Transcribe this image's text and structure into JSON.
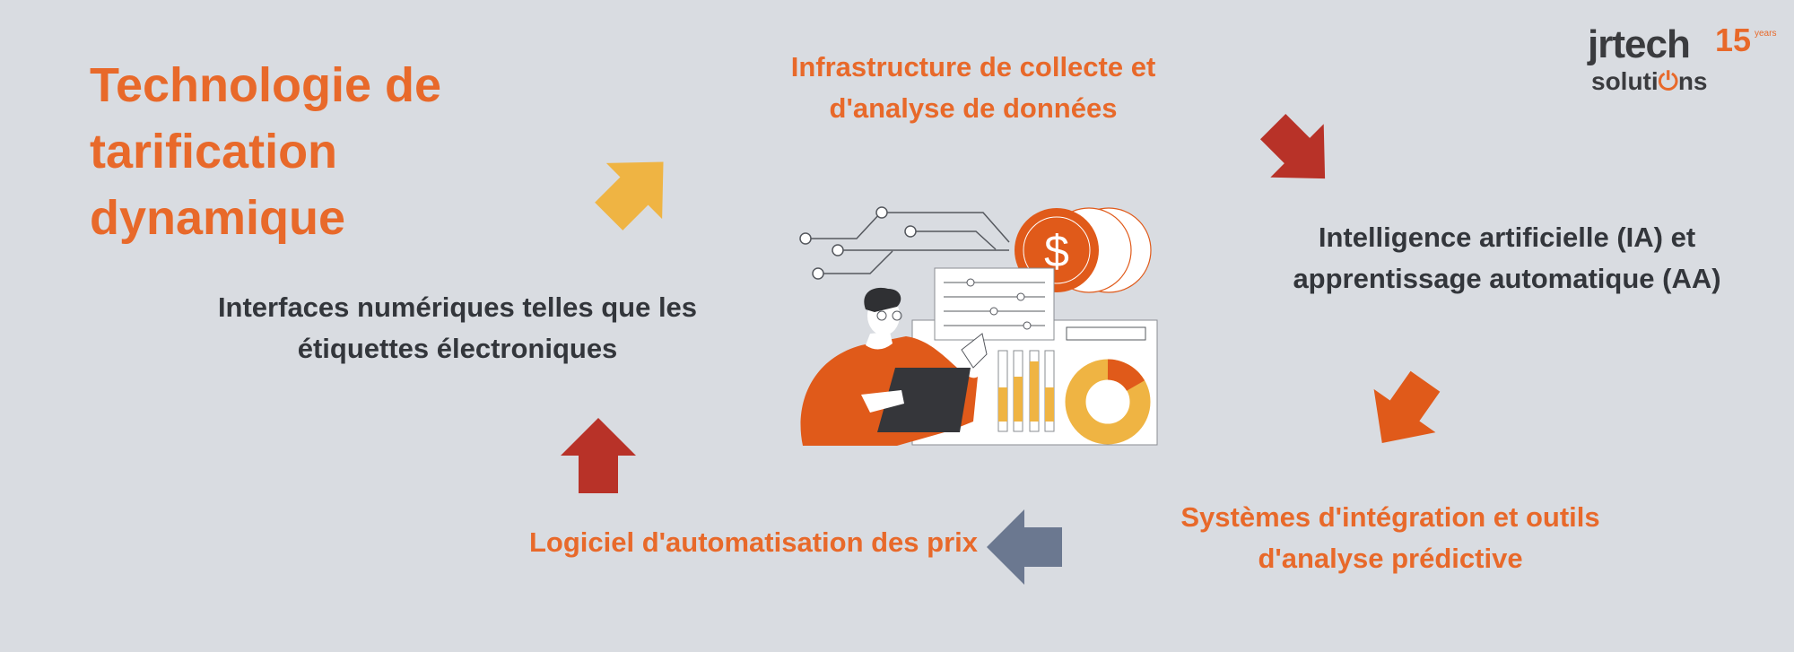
{
  "title": "Technologie de tarification dynamique",
  "nodes": {
    "data_infrastructure": "Infrastructure de collecte et d'analyse de données",
    "ai_ml": "Intelligence artificielle (IA) et apprentissage automatique (AA)",
    "integration": "Systèmes d'intégration et outils d'analyse prédictive",
    "pricing_software": "Logiciel d'automatisation des prix",
    "digital_interfaces": "Interfaces numériques telles que les étiquettes électroniques"
  },
  "logo": {
    "line1": "jrtech",
    "line2_a": "soluti",
    "line2_b": "ns",
    "power_glyph": "⏻",
    "anniversary": "15",
    "years": "years"
  },
  "center_icon": {
    "currency": "$"
  },
  "colors": {
    "background": "#d9dce1",
    "orange": "#e8692a",
    "dark": "#33363b",
    "red": "#b83228",
    "yellow": "#efb443",
    "slate": "#6b7890"
  }
}
